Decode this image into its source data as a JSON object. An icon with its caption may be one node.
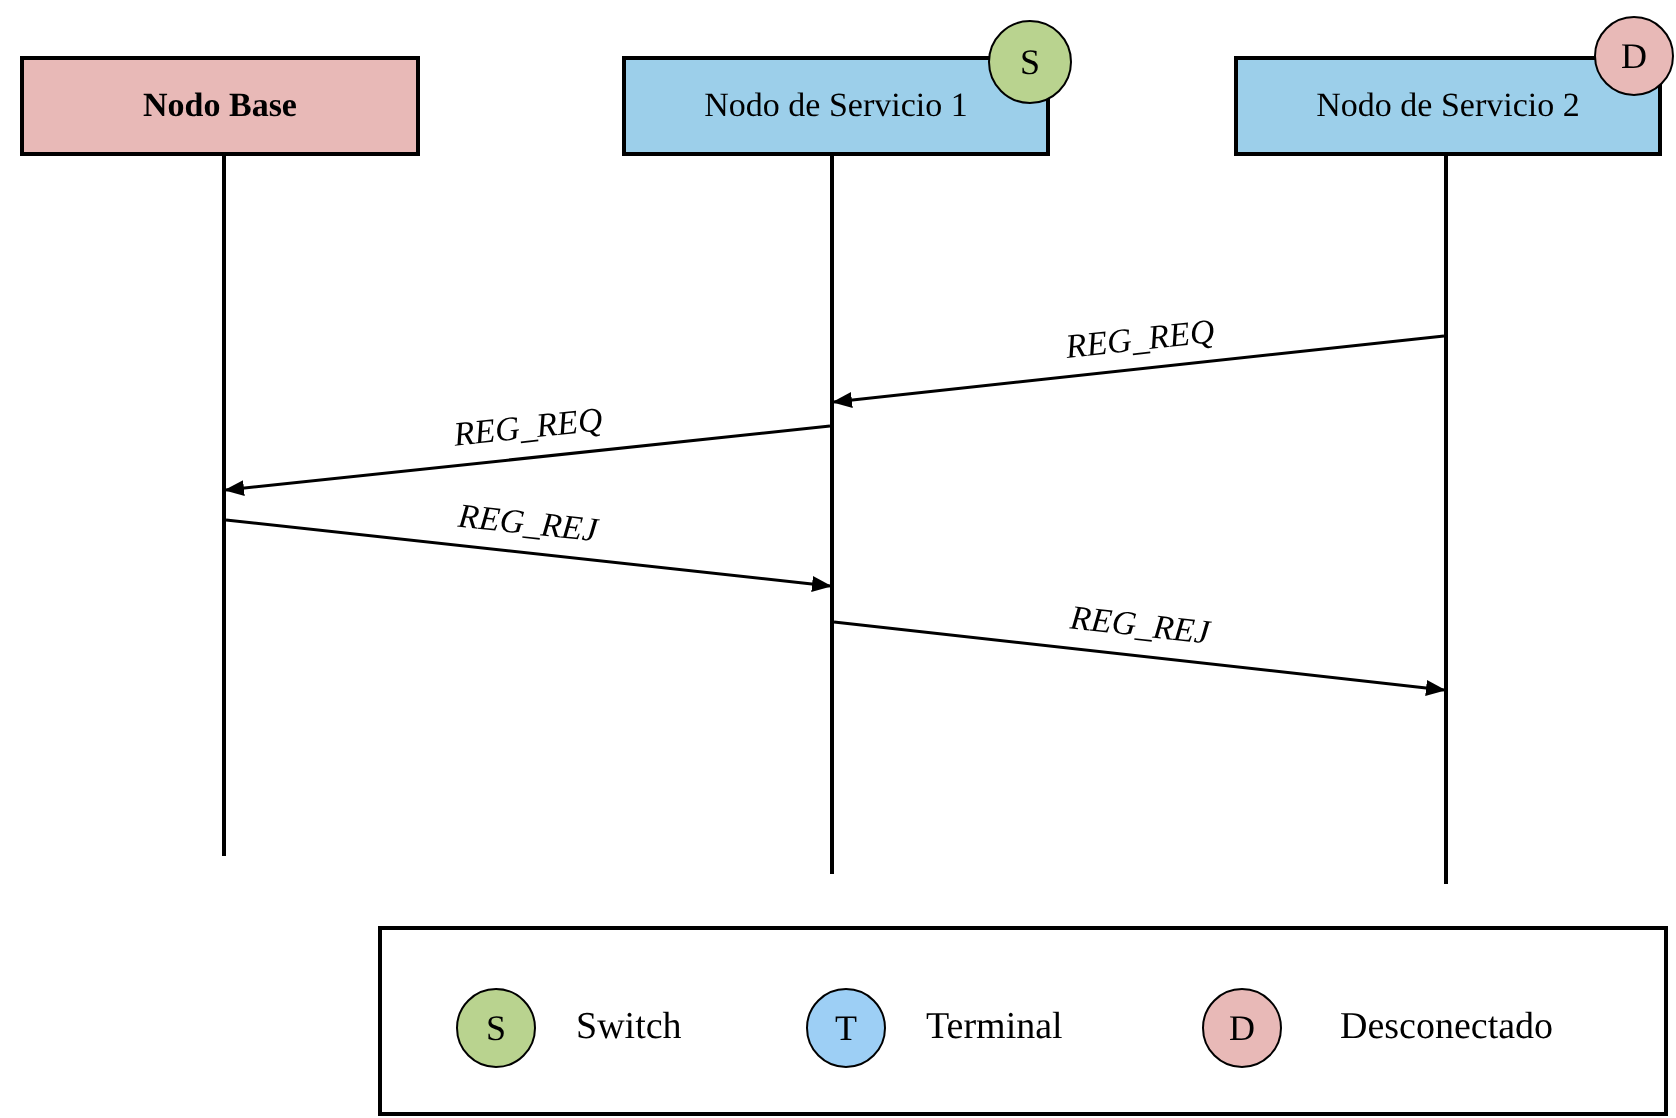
{
  "diagram": {
    "nodes": [
      {
        "text": [
          "Nodo Base"
        ]
      },
      {
        "text": [
          "Nodo de Servicio 1"
        ]
      },
      {
        "text": [
          "S"
        ]
      },
      {
        "text": [
          "Nodo de Servicio 2"
        ]
      },
      {
        "text": [
          "D"
        ]
      },
      {
        "text": [],
        "shape": "line"
      },
      {
        "text": [],
        "shape": "line"
      },
      {
        "text": [],
        "shape": "line"
      }
    ],
    "edges": [
      {
        "from": 7,
        "to": 6,
        "arrow": "to",
        "label": "REG_REQ"
      },
      {
        "from": 6,
        "to": 5,
        "arrow": "to",
        "label": "REG_REQ"
      },
      {
        "from": 5,
        "to": 6,
        "arrow": "to",
        "label": "REG_REJ"
      },
      {
        "from": 6,
        "to": 7,
        "arrow": "to",
        "label": "REG_REJ"
      }
    ],
    "labels": [
      "S",
      "T",
      "D"
    ],
    "legend": [
      {
        "text": "Switch",
        "color": "#b9d38f"
      },
      {
        "text": "Terminal",
        "color": "#9dcff5"
      },
      {
        "text": "Desconectado",
        "color": "#e8b9b7"
      }
    ]
  }
}
